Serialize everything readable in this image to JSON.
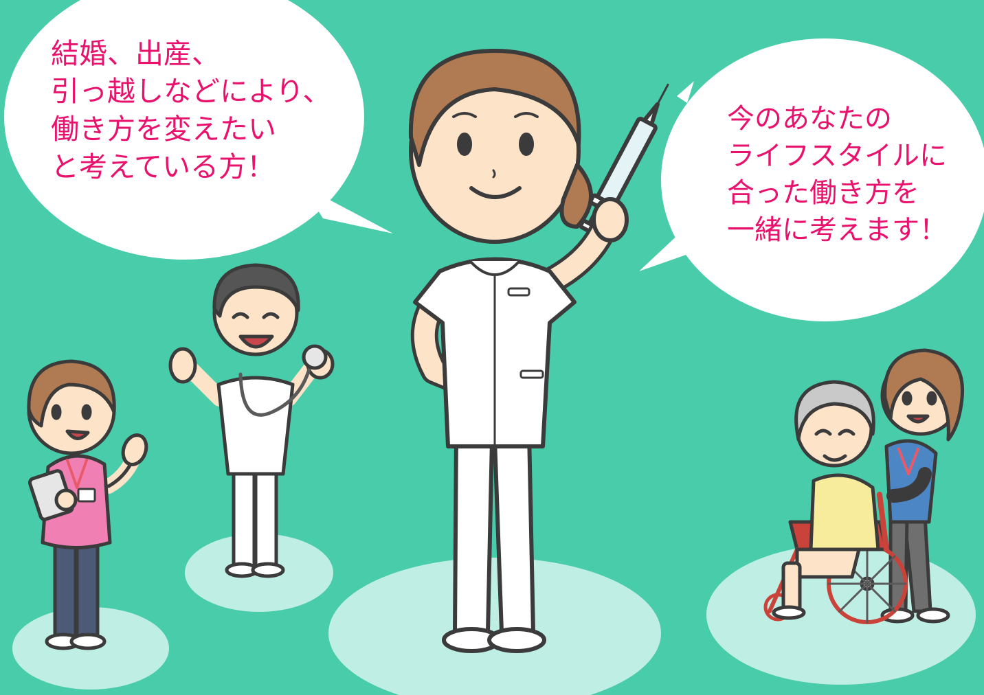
{
  "colors": {
    "background": "#48ccaa",
    "floor_circle": "#bfeee4",
    "bubble": "#ffffff",
    "bubble_text": "#e8126d",
    "outline": "#3b3b3b",
    "skin": "#fde3c8",
    "hair_brown": "#b07a52",
    "hair_dark": "#555555",
    "hair_gray": "#c9c9c9",
    "uniform_white": "#ffffff",
    "scrub_pink": "#f07fb3",
    "scrub_blue": "#4d86c5",
    "cardigan_yellow": "#f7ec9c",
    "pants_navy": "#4c5a78",
    "pants_gray": "#6f6f6f",
    "wheelchair_red": "#c9433a",
    "syringe_fluid": "#e4f3f6",
    "lanyard": "#e85a6a"
  },
  "bubble_left": {
    "lines": [
      "結婚、出産、",
      "引っ越しなどにより、",
      "働き方を変えたい",
      "と考えている方！"
    ]
  },
  "bubble_right": {
    "lines": [
      "今のあなたの",
      "ライフスタイルに",
      "合った働き方を",
      "一緒に考えます！"
    ]
  },
  "characters": [
    "nurse-with-syringe",
    "doctor-with-stethoscope",
    "nurse-with-clipboard",
    "caregiver-with-wheelchair"
  ]
}
